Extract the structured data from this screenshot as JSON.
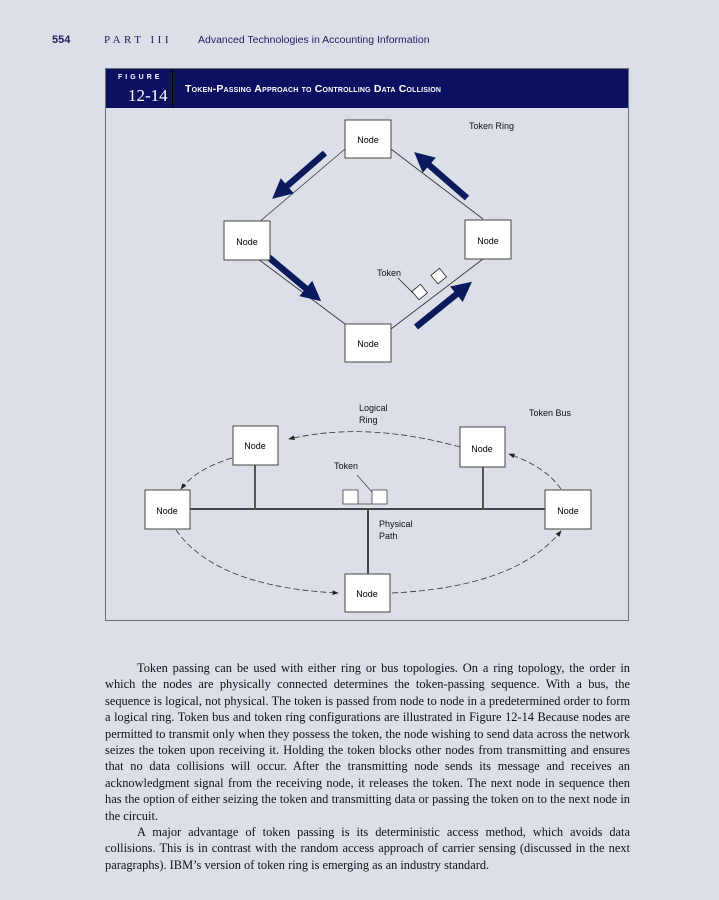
{
  "header": {
    "page_number": "554",
    "part": "PART III",
    "running_title": "Advanced Technologies in Accounting Information"
  },
  "figure": {
    "label": "FIGURE",
    "number": "12-14",
    "title": "Token-Passing Approach to Controlling Data Collision",
    "colors": {
      "banner": "#0b1160",
      "arrow": "#0b1a5c",
      "node_fill": "#ffffff",
      "background": "#dcdfe8"
    },
    "token_ring": {
      "label": "Token Ring",
      "nodes": [
        "Node",
        "Node",
        "Node",
        "Node"
      ],
      "token_label": "Token"
    },
    "token_bus": {
      "label": "Token Bus",
      "nodes": [
        "Node",
        "Node",
        "Node",
        "Node",
        "Node"
      ],
      "token_label": "Token",
      "logical_ring_label": [
        "Logical",
        "Ring"
      ],
      "physical_path_label": [
        "Physical",
        "Path"
      ]
    }
  },
  "body": {
    "paragraphs": [
      "Token passing can be used with either ring or bus topologies. On a ring topology, the order in which the nodes are physically connected determines the token-passing sequence. With a bus, the sequence is logical, not physical. The token is passed from node to node in a predetermined order to form a logical ring. Token bus and token ring configurations are illustrated in Figure 12-14 Because nodes are permitted to transmit only when they possess the token, the node wishing to send data across the network seizes the token upon receiving it. Holding the token blocks other nodes from transmitting and ensures that no data collisions will occur. After the transmitting node sends its message and receives an acknowledgment signal from the receiving node, it releases the token. The next node in sequence then has the option of either seizing the token and transmitting data or passing the token on to the next node in the circuit.",
      "A major advantage of token passing is its deterministic access method, which avoids data collisions. This is in contrast with the random access approach of carrier sensing (discussed in the next paragraphs). IBM’s version of token ring is emerging as an industry standard."
    ]
  }
}
